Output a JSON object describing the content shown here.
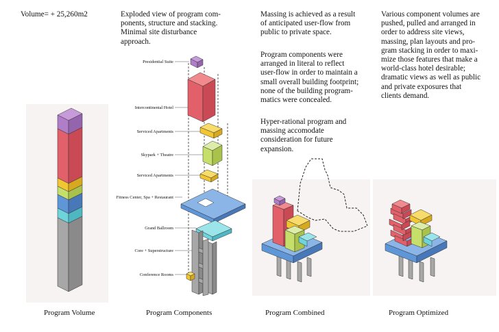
{
  "volume_label": "Volume= + 25,260m2",
  "texts": {
    "col2": "Exploded view of program com-\nponents, structure and stacking.\nMinimal site disturbance\napproach.",
    "col3a": "Massing is achieved as a result\nof anticipated user-flow from\npublic to private space.",
    "col3b": "Program components were\narranged in literal to reflect\nuser-flow in order to maintain a\nsmall overall building footprint;\nnone of the building program-\nmatics were concealed.",
    "col3c": "Hyper-rational program and\nmassing accomodate\nconsideration for future\nexpansion.",
    "col4": "Various component volumes are\npushed, pulled and arranged in\norder to address site views,\nmassing, plan layouts and pro-\ngram stacking in order to maxi-\nmize those features that make a\nworld-class hotel desirable;\ndramatic views as well as public\nand private exposures that\nclients demand."
  },
  "component_labels": [
    "Presidential Suite",
    "Intercontinental Hotel",
    "Serviced Apartments",
    "Skypark + Theatre",
    "Serviced Apartments",
    "Fitness Center, Spa + Restaurant",
    "Grand Ballroom",
    "Core + Superstructure",
    "Conference Rooms"
  ],
  "captions": [
    "Program Volume",
    "Program Components",
    "Program Combined",
    "Program Optimized"
  ],
  "colors": {
    "presidential": "#b07ec8",
    "hotel": "#e2606a",
    "apartments": "#f2c633",
    "skypark": "#c6de6a",
    "fitness": "#5f96d8",
    "ballroom": "#6fd3dc",
    "core": "#a7a7a7"
  }
}
